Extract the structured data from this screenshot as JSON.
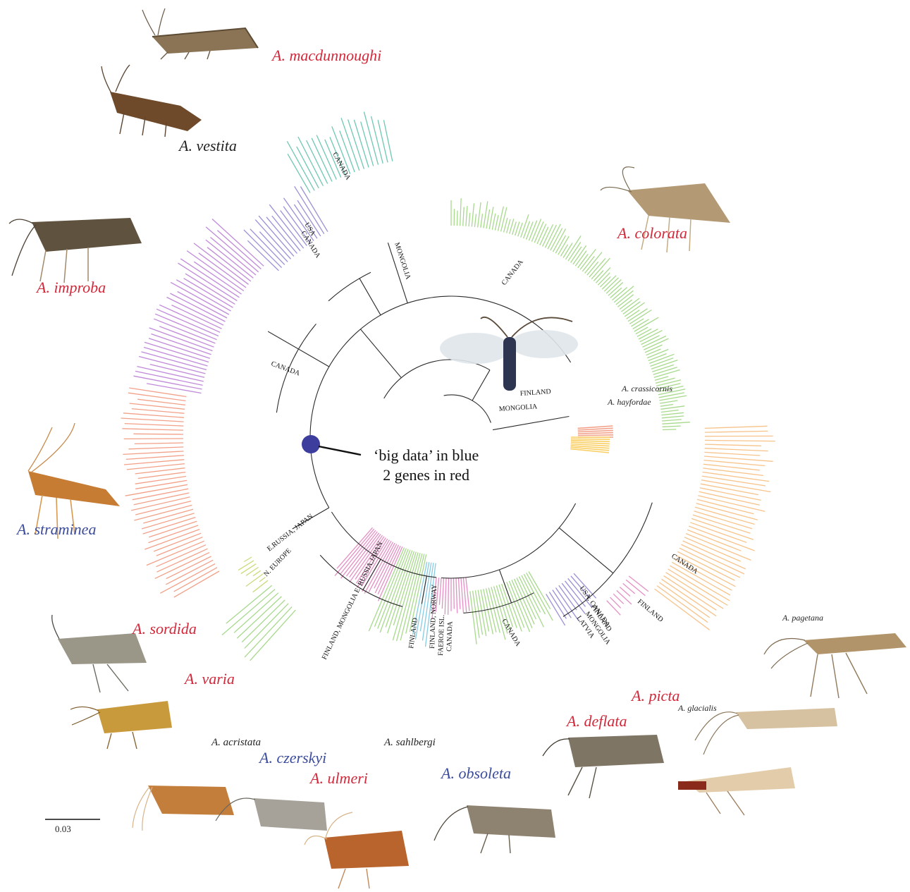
{
  "legend": {
    "line1": "‘big data’ in blue",
    "line2": "2 genes in red"
  },
  "scale_bar": {
    "label": "0.03"
  },
  "colors": {
    "red_label": "#d3283a",
    "blue_label": "#3b4c9c",
    "root_dot": "#3d3d9e",
    "teal": "#6fc7b4",
    "violet": "#9b8fd6",
    "purple": "#c08ad9",
    "salmon": "#f2a189",
    "yellowgreen": "#c7dc7a",
    "green": "#a7d98c",
    "pink": "#e58fc4",
    "cyan": "#86cbe3",
    "orange": "#f7c38a",
    "gold": "#f9cf63"
  },
  "species": {
    "macdunnoughi": "A. macdunnoughi",
    "vestita": "A. vestita",
    "colorata": "A. colorata",
    "improba": "A. improba",
    "straminea": "A. straminea",
    "sordida": "A. sordida",
    "varia": "A. varia",
    "acristata": "A. acristata",
    "czerskyi": "A. czerskyi",
    "ulmeri": "A. ulmeri",
    "sahlbergi": "A. sahlbergi",
    "obsoleta": "A. obsoleta",
    "deflata": "A. deflata",
    "picta": "A. picta",
    "glacialis": "A. glacialis",
    "pagetana": "A. pagetana",
    "crassicornis": "A. crassicornis",
    "hayfordae": "A. hayfordae"
  },
  "countries": {
    "canada": "CANADA",
    "usa": "USA",
    "mongolia": "MONGOLIA",
    "finland": "FINLAND",
    "e_russia_japan": "E.RUSSIA, JAPAN",
    "n_europe": "N. EUROPE",
    "fin_mon_rus_jap": "FINLAND, MONGOLIA E. RUSSIA,JAPAN",
    "finland_norway": "FINLAND, NORWAY",
    "faeroe": "FAEROE ISL.",
    "usa_canada": "USA, CANADA",
    "latvia": "LATVIA"
  }
}
